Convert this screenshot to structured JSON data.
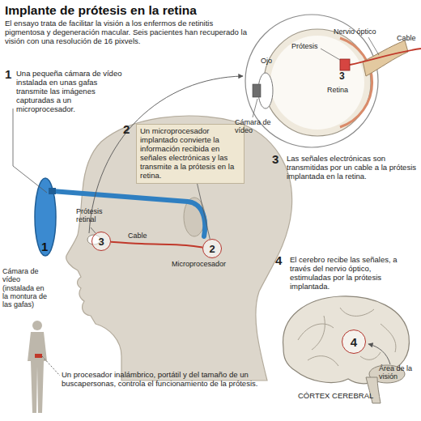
{
  "diagram": {
    "title": "Implante de prótesis en la retina",
    "nodes": [
      {
        "text": [
          "2",
          "Un microprocesador implantado convierte la información recibida en señales electrónicas y las transmite a la prótesis en la retina."
        ]
      },
      {
        "text": [
          "3"
        ]
      },
      {
        "text": [
          "2"
        ]
      },
      {
        "text": [
          "4"
        ]
      }
    ],
    "edges": [
      {
        "from": 2,
        "to": 1,
        "label": "Cable",
        "arrow": "none"
      },
      {
        "from": 0,
        "to": 2,
        "arrow": "none"
      }
    ],
    "labels": [
      "El ensayo trata de facilitar la visión a los enfermos de retinitis pigmentosa y degeneración macular. Seis pacientes han recuperado la visión con una resolución de 16 pixvels.",
      "1",
      "Una pequeña cámara de vídeo instalada en unas gafas transmite las imágenes capturadas a un microprocesador.",
      "3",
      "Las señales electrónicas son transmitidas por un cable a la prótesis implantada en la retina.",
      "4",
      "El cerebro recibe las señales, a través del nervio óptico, estimuladas por la prótesis implantada.",
      "Un procesador inalámbrico, portátil y del tamaño de un buscapersonas, controla el funcionamiento de la prótesis.",
      "Nervio óptico",
      "Prótesis",
      "Cable",
      "Ojo",
      "3",
      "Cámara de vídeo",
      "Retina",
      "Prótesis retinal",
      "Microprocesador",
      "1",
      "Cámara de vídeo (instalada en la montura de las gafas)",
      "CÓRTEX CEREBRAL",
      "Área de la visión"
    ]
  }
}
